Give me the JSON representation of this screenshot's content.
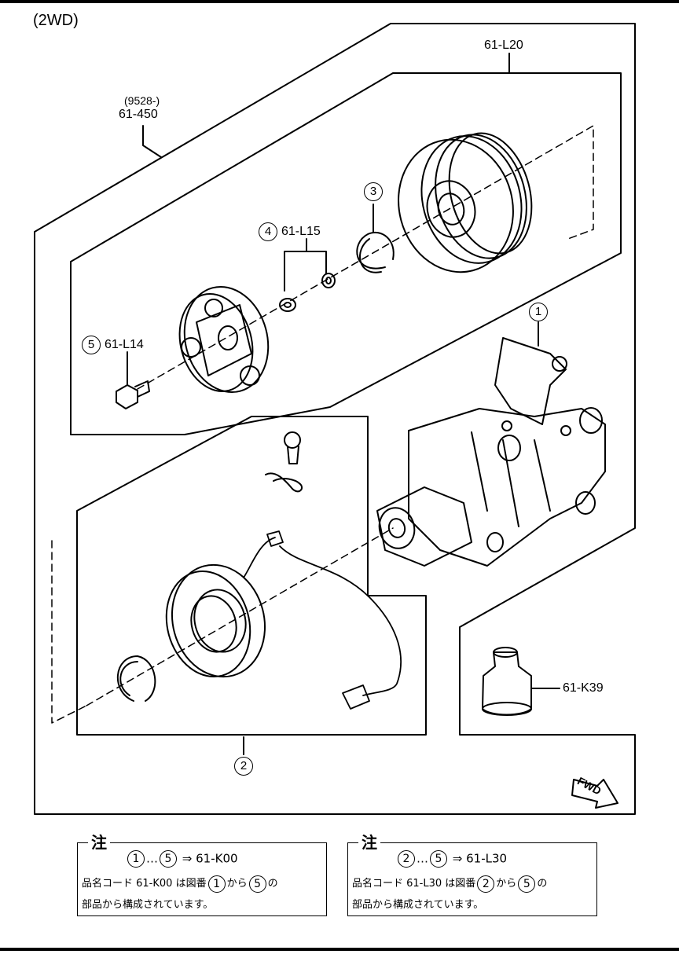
{
  "header": {
    "variant_label": "(2WD)"
  },
  "assembly_labels": {
    "compressor_assembly": {
      "date_code": "(9528-)",
      "part_number": "61-450"
    },
    "clutch_set": {
      "part_number": "61-L20"
    },
    "oil": {
      "part_number": "61-K39"
    }
  },
  "callouts": {
    "c1": {
      "num": "1"
    },
    "c2": {
      "num": "2"
    },
    "c3": {
      "num": "3"
    },
    "c4": {
      "num": "4",
      "part_number": "61-L15"
    },
    "c5": {
      "num": "5",
      "part_number": "61-L14"
    }
  },
  "fwd_label": "FWD",
  "notes": [
    {
      "heading": "注",
      "range_from": "1",
      "range_sep": "…",
      "range_to": "5",
      "arrow": "⇒",
      "result": "61-K00",
      "line2_a": "品名コード 61-K00 は図番",
      "line2_b": "から",
      "line2_c": "の",
      "line3": "部品から構成されています。"
    },
    {
      "heading": "注",
      "range_from": "2",
      "range_sep": "…",
      "range_to": "5",
      "arrow": "⇒",
      "result": "61-L30",
      "line2_a": "品名コード 61-L30 は図番",
      "line2_b": "から",
      "line2_c": "の",
      "line3": "部品から構成されています。"
    }
  ]
}
